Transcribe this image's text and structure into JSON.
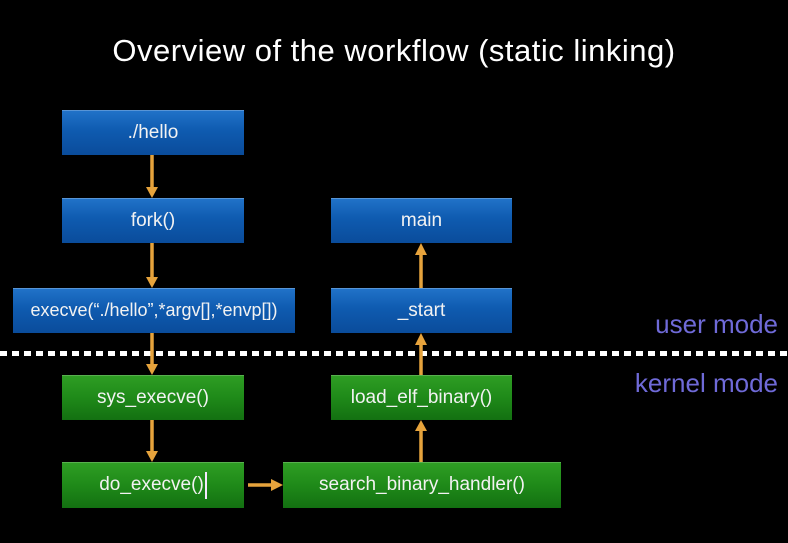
{
  "title": "Overview of the workflow (static linking)",
  "mode_labels": {
    "user": "user mode",
    "kernel": "kernel mode"
  },
  "nodes": {
    "hello": {
      "label": "./hello",
      "mode": "user"
    },
    "fork": {
      "label": "fork()",
      "mode": "user"
    },
    "execve": {
      "label": "execve(“./hello”,*argv[],*envp[])",
      "mode": "user"
    },
    "main": {
      "label": "main",
      "mode": "user"
    },
    "start": {
      "label": "_start",
      "mode": "user"
    },
    "sys_execve": {
      "label": "sys_execve()",
      "mode": "kernel"
    },
    "load_elf_binary": {
      "label": "load_elf_binary()",
      "mode": "kernel"
    },
    "do_execve": {
      "label": "do_execve()",
      "mode": "kernel"
    },
    "search_binary_handler": {
      "label": "search_binary_handler()",
      "mode": "kernel"
    }
  },
  "edges": [
    {
      "from": "hello",
      "to": "fork"
    },
    {
      "from": "fork",
      "to": "execve"
    },
    {
      "from": "execve",
      "to": "sys_execve"
    },
    {
      "from": "sys_execve",
      "to": "do_execve"
    },
    {
      "from": "do_execve",
      "to": "search_binary_handler"
    },
    {
      "from": "search_binary_handler",
      "to": "load_elf_binary"
    },
    {
      "from": "load_elf_binary",
      "to": "start"
    },
    {
      "from": "start",
      "to": "main"
    }
  ],
  "colors": {
    "background": "#000000",
    "user_mode_box": "#0f5bb0",
    "kernel_mode_box": "#1f8a19",
    "arrow": "#e6a33c",
    "mode_label_text": "#6f6ad8",
    "divider": "#ffffff",
    "title_text": "#ffffff"
  }
}
